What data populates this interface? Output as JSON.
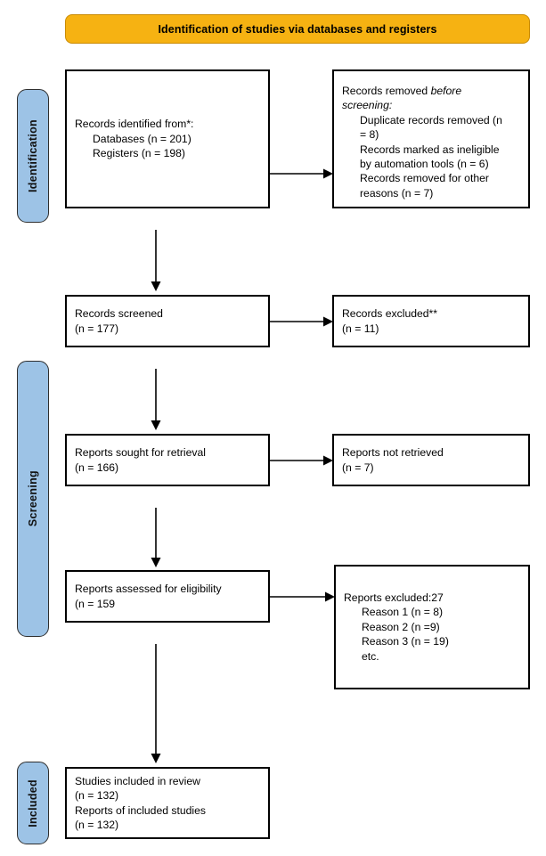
{
  "banner": {
    "title": "Identification of studies via databases and registers"
  },
  "stages": [
    {
      "id": "identification",
      "label": "Identification"
    },
    {
      "id": "screening",
      "label": "Screening"
    },
    {
      "id": "included",
      "label": "Included"
    }
  ],
  "colors": {
    "banner_fill": "#F6B212",
    "banner_border": "#C98B05",
    "stage_fill": "#9DC3E6",
    "stage_border": "#2E2E2E",
    "node_border": "#000000",
    "node_fill": "#FFFFFF",
    "arrow": "#000000"
  },
  "nodes": {
    "records_identified": {
      "lines": [
        "Records identified from*:",
        "Databases (n = 201)",
        "Registers (n = 198)"
      ]
    },
    "records_removed": {
      "lines": [
        "Records removed before",
        "screening:",
        "Duplicate records removed (n",
        "= 8)",
        "Records marked as ineligible",
        "by automation tools (n = 6)",
        "Records removed for other",
        "reasons (n = 7)"
      ],
      "emphasis_head": "Records removed ",
      "emphasis_word": "before",
      "emphasis_tail": "",
      "emphasis_line2": "screening:"
    },
    "records_screened": {
      "lines": [
        "Records screened",
        "(n = 177)"
      ]
    },
    "records_excluded": {
      "lines": [
        "Records excluded**",
        "(n = 11)"
      ]
    },
    "reports_sought": {
      "lines": [
        "Reports sought for retrieval",
        "(n = 166)"
      ]
    },
    "reports_not_retrieved": {
      "lines": [
        "Reports not retrieved",
        "(n = 7)"
      ]
    },
    "reports_assessed": {
      "lines": [
        "Reports assessed for eligibility",
        "(n = 159"
      ]
    },
    "reports_excluded": {
      "lines": [
        "Reports excluded:27",
        "Reason 1 (n = 8)",
        "Reason 2 (n =9)",
        "Reason 3 (n = 19)",
        "etc."
      ]
    },
    "studies_included": {
      "lines": [
        "Studies included in review",
        "(n = 132)",
        "Reports of included studies",
        "(n = 132)"
      ]
    }
  },
  "chart_data": {
    "type": "diagram",
    "title": "Identification of studies via databases and registers",
    "diagram_kind": "PRISMA 2020 flow diagram",
    "stages": [
      "Identification",
      "Screening",
      "Included"
    ],
    "counts": {
      "records_identified_databases": 201,
      "records_identified_registers": 198,
      "duplicate_records_removed": 8,
      "records_marked_ineligible_by_automation_tools": 6,
      "records_removed_other_reasons": 7,
      "records_screened": 177,
      "records_excluded": 11,
      "reports_sought_for_retrieval": 166,
      "reports_not_retrieved": 7,
      "reports_assessed_for_eligibility": 159,
      "reports_excluded_total": 27,
      "reports_excluded_reason_1": 8,
      "reports_excluded_reason_2": 9,
      "reports_excluded_reason_3": 19,
      "studies_included_in_review": 132,
      "reports_of_included_studies": 132
    },
    "flow_edges": [
      {
        "from": "records_identified",
        "to": "records_removed",
        "direction": "right"
      },
      {
        "from": "records_identified",
        "to": "records_screened",
        "direction": "down"
      },
      {
        "from": "records_screened",
        "to": "records_excluded",
        "direction": "right"
      },
      {
        "from": "records_screened",
        "to": "reports_sought",
        "direction": "down"
      },
      {
        "from": "reports_sought",
        "to": "reports_not_retrieved",
        "direction": "right"
      },
      {
        "from": "reports_sought",
        "to": "reports_assessed",
        "direction": "down"
      },
      {
        "from": "reports_assessed",
        "to": "reports_excluded",
        "direction": "right"
      },
      {
        "from": "reports_assessed",
        "to": "studies_included",
        "direction": "down"
      }
    ]
  }
}
